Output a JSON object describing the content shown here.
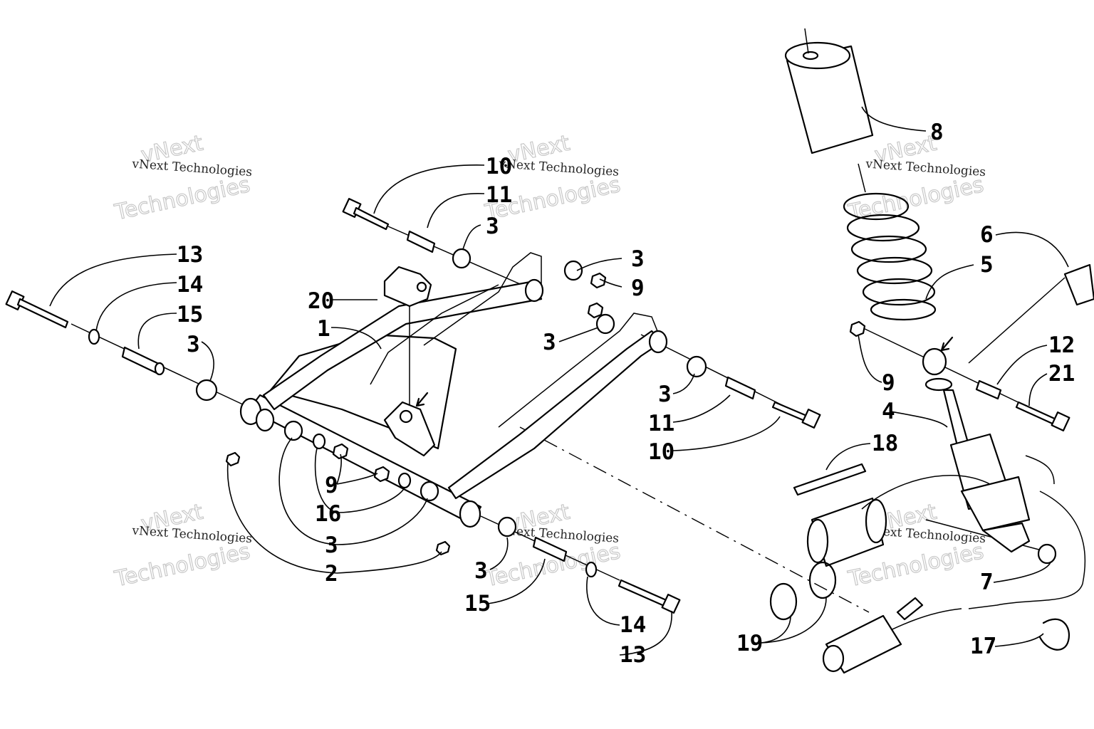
{
  "callouts": {
    "c1": "1",
    "c2": "2",
    "c3a": "3",
    "c3b": "3",
    "c3c": "3",
    "c3d": "3",
    "c3e": "3",
    "c3f": "3",
    "c3g": "3",
    "c4": "4",
    "c5": "5",
    "c6": "6",
    "c7": "7",
    "c8": "8",
    "c9a": "9",
    "c9b": "9",
    "c9c": "9",
    "c10a": "10",
    "c10b": "10",
    "c11a": "11",
    "c11b": "11",
    "c12": "12",
    "c13a": "13",
    "c13b": "13",
    "c14a": "14",
    "c14b": "14",
    "c15a": "15",
    "c15b": "15",
    "c16": "16",
    "c17": "17",
    "c18": "18",
    "c19": "19",
    "c20": "20",
    "c21": "21"
  },
  "watermark": {
    "brand": "vNext",
    "company": "Technologies",
    "line": "vNext Technologies"
  }
}
